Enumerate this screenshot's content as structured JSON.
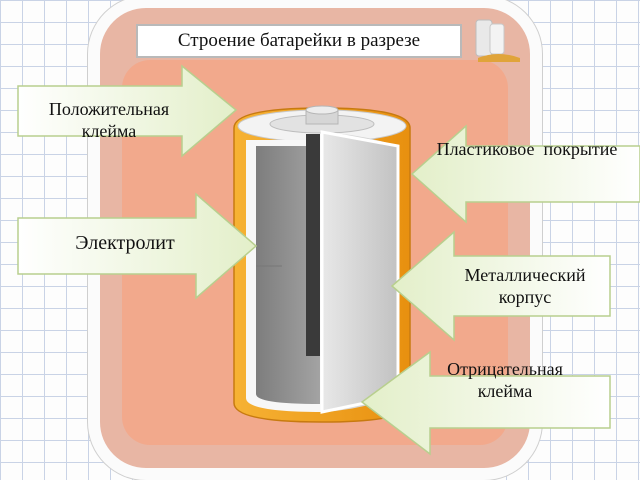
{
  "title": "Строение батарейки в разрезе",
  "labels": {
    "positive_terminal": "Положительная\nклейма",
    "plastic_coating": "Пластиковое  покрытие",
    "electrolyte": "Электролит",
    "metal_case": "Металлический\nкорпус",
    "negative_terminal": "Отрицательная\nклейма"
  },
  "colors": {
    "card": "#e8b6a4",
    "card_inner": "#f2a98c",
    "arrow_fill": "#eef6dc",
    "arrow_stroke": "#b8cf8e",
    "battery_orange": "#f2a21e",
    "battery_gray": "#8f8f8f",
    "battery_light": "#d9d9d9"
  },
  "icons": [
    "arrow-right-icon",
    "arrow-left-icon",
    "tab-folder-icon"
  ]
}
